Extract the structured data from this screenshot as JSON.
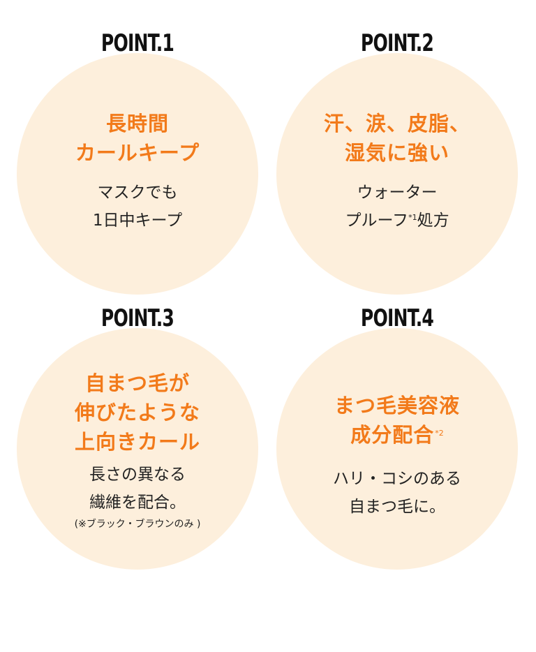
{
  "points": [
    {
      "label": "POINT.1",
      "headline": [
        "長時間",
        "カールキープ"
      ],
      "body": [
        "マスクでも",
        "1日中キープ"
      ]
    },
    {
      "label": "POINT.2",
      "headline": [
        "汗、涙、皮脂、",
        "湿気に強い"
      ],
      "body_line1": "ウォーター",
      "body_line2_prefix": "プルーフ",
      "body_line2_note": "*1",
      "body_line2_suffix": "処方"
    },
    {
      "label": "POINT.3",
      "headline": [
        "自まつ毛が",
        "伸びたような",
        "上向きカール"
      ],
      "body": [
        "長さの異なる",
        "繊維を配合。"
      ],
      "note": "(※ブラック・ブラウンのみ )"
    },
    {
      "label": "POINT.4",
      "headline_line1": "まつ毛美容液",
      "headline_line2": "成分配合",
      "headline_note": "*2",
      "body": [
        "ハリ・コシのある",
        "自まつ毛に。"
      ]
    }
  ],
  "colors": {
    "circle": "#fdefdc",
    "accent": "#f27a1a",
    "text": "#222222"
  }
}
